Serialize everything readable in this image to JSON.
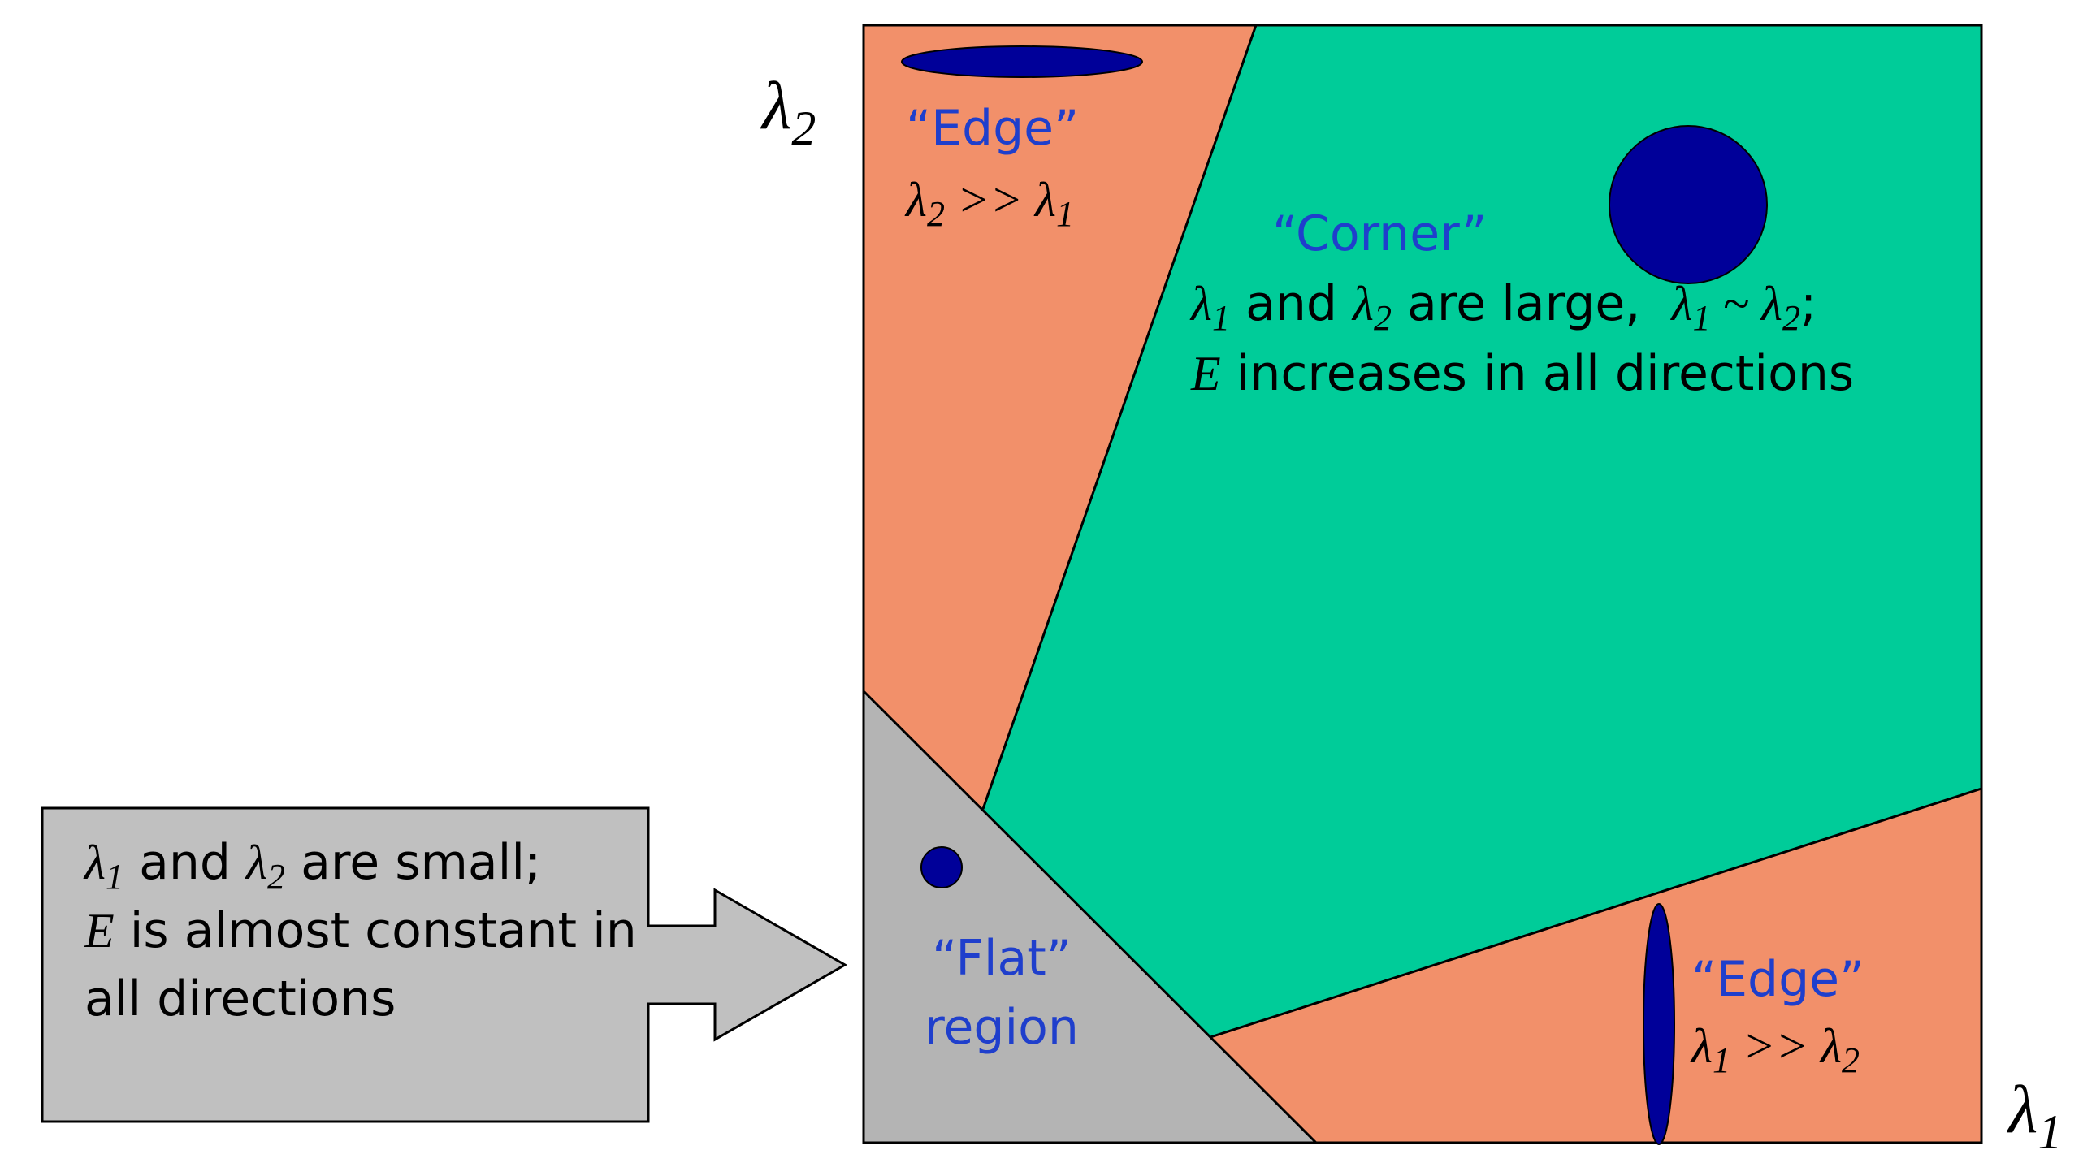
{
  "axes": {
    "y_label_main": "λ",
    "y_label_sub": "2",
    "x_label_main": "λ",
    "x_label_sub": "1"
  },
  "regions": {
    "edge_top": {
      "title": "“Edge”",
      "rel_l2": "λ",
      "rel_l2_sub": "2",
      "rel_op": " >> ",
      "rel_l1": "λ",
      "rel_l1_sub": "1"
    },
    "corner": {
      "title": "“Corner”",
      "l1": "λ",
      "l1_sub": "1",
      "and": " and ",
      "l2": "λ",
      "l2_sub": "2",
      "are_large": " are large,  ",
      "sim_l1": "λ",
      "sim_l1_sub": "1",
      "sim_op": " ~ ",
      "sim_l2": "λ",
      "sim_l2_sub": "2",
      "semicolon": ";",
      "E": "E",
      "increases": " increases in all directions"
    },
    "edge_bottom": {
      "title": "“Edge”",
      "rel_l1": "λ",
      "rel_l1_sub": "1",
      "rel_op": " >> ",
      "rel_l2": "λ",
      "rel_l2_sub": "2"
    },
    "flat": {
      "title_line1": "“Flat”",
      "title_line2": "region"
    }
  },
  "callout": {
    "l1": "λ",
    "l1_sub": "1",
    "and": " and ",
    "l2": "λ",
    "l2_sub": "2",
    "are_small": " are small;",
    "E": "E",
    "line2_rest": " is almost constant in",
    "line3": "all directions"
  },
  "colors": {
    "edge": "#F2906A",
    "corner": "#00CC99",
    "flat": "#B4B4B4",
    "callout": "#C0C0C0",
    "ellipse": "#000099",
    "label_blue": "#1F3FCC",
    "border": "#000000"
  }
}
